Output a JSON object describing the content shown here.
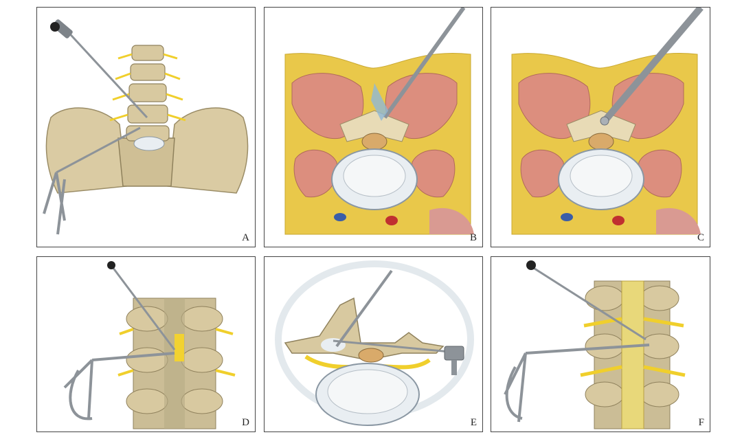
{
  "panels": {
    "a": {
      "label": "A"
    },
    "b": {
      "label": "B"
    },
    "c": {
      "label": "C"
    },
    "d": {
      "label": "D"
    },
    "e": {
      "label": "E"
    },
    "f": {
      "label": "F"
    }
  },
  "colors": {
    "bone": "#d9cba5",
    "bone_shadow": "#a89a72",
    "fat": "#e8c84a",
    "muscle": "#dc8e7e",
    "disc": "#e9eef2",
    "nerve": "#f2d231",
    "instrument": "#9aa0a6",
    "blood_vein": "#3a5da8",
    "blood_artery": "#c03030"
  }
}
